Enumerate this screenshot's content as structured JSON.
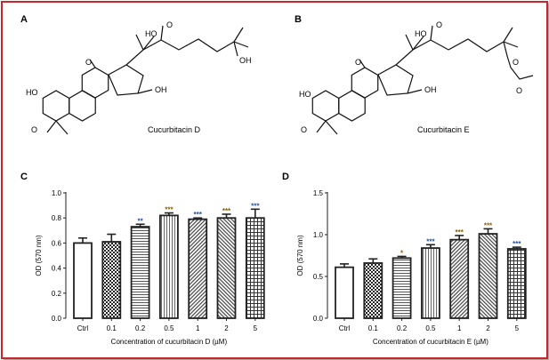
{
  "panels": {
    "A": {
      "label": "A",
      "compound": "Cucurbitacin D",
      "atoms": {
        "ho_side": "HO",
        "ketone_side": "O",
        "ho_ring_a": "HO",
        "o_ring_a": "O",
        "o_ring_c": "O",
        "oh_ring_d": "OH",
        "oh_chain": "OH"
      }
    },
    "B": {
      "label": "B",
      "compound": "Cucurbitacin E",
      "atoms": {
        "ho_side": "HO",
        "ketone_side": "O",
        "ho_ring_a": "HO",
        "o_ring_a": "O",
        "o_ring_c": "O",
        "oh_ring_d": "OH",
        "o_ester": "O",
        "o_acetyl": "O"
      }
    },
    "C": {
      "label": "C"
    },
    "D": {
      "label": "D"
    }
  },
  "chart_data": [
    {
      "type": "bar",
      "panel": "C",
      "categories": [
        "Ctrl",
        "0.1",
        "0.2",
        "0.5",
        "1",
        "2",
        "5"
      ],
      "values": [
        0.6,
        0.61,
        0.73,
        0.82,
        0.79,
        0.8,
        0.8
      ],
      "errors": [
        0.04,
        0.06,
        0.02,
        0.02,
        0.01,
        0.03,
        0.07
      ],
      "significance": [
        "",
        "",
        "**",
        "***",
        "***",
        "***",
        "***"
      ],
      "significance_colors": [
        "",
        "",
        "#1f4e9c",
        "#8a5a00",
        "#1f4e9c",
        "#8a5a00",
        "#1f4e9c"
      ],
      "ylabel": "OD (570 nm)",
      "xlabel": "Concentration of cucurbitacin D (µM)",
      "ylim": [
        0,
        1.0
      ],
      "yticks": [
        "0.0",
        "0.2",
        "0.4",
        "0.6",
        "0.8",
        "1.0"
      ],
      "grid": false
    },
    {
      "type": "bar",
      "panel": "D",
      "categories": [
        "Ctrl",
        "0.1",
        "0.2",
        "0.5",
        "1",
        "2",
        "5"
      ],
      "values": [
        0.61,
        0.66,
        0.72,
        0.84,
        0.94,
        1.01,
        0.83
      ],
      "errors": [
        0.04,
        0.05,
        0.02,
        0.04,
        0.05,
        0.06,
        0.02
      ],
      "significance": [
        "",
        "",
        "*",
        "***",
        "***",
        "***",
        "***"
      ],
      "significance_colors": [
        "",
        "",
        "#8a5a00",
        "#1f4e9c",
        "#8a5a00",
        "#8a5a00",
        "#1f4e9c"
      ],
      "ylabel": "OD (570 nm)",
      "xlabel": "Concentration of cucurbitacin E (µM)",
      "ylim": [
        0,
        1.5
      ],
      "yticks": [
        "0.0",
        "0.5",
        "1.0",
        "1.5"
      ],
      "grid": false
    }
  ]
}
